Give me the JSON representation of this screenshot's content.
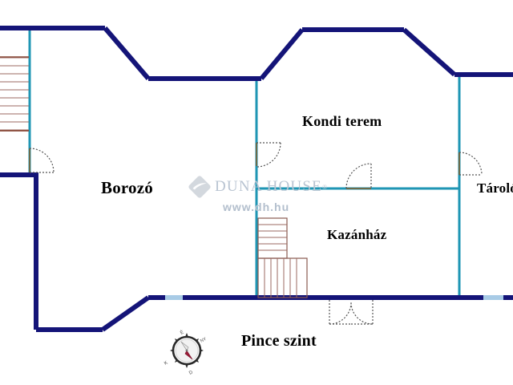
{
  "plan": {
    "title": "Pince szint",
    "colors": {
      "exterior_wall": "#141478",
      "interior_wall": "#1f96b4",
      "stair_line": "#8a5a50",
      "window": "#a8cbe6",
      "door_arc": "#555555",
      "label_text": "#000000",
      "watermark": "#b9c4d2",
      "background": "#ffffff"
    },
    "rooms": [
      {
        "id": "borozo",
        "label": "Borozó"
      },
      {
        "id": "kondi",
        "label": "Kondi terem"
      },
      {
        "id": "kazan",
        "label": "Kazánház"
      },
      {
        "id": "tarolo",
        "label": "Tároló"
      }
    ]
  },
  "watermark": {
    "brand": "DUNA HOUSE",
    "registered": "®",
    "url": "www.dh.hu"
  },
  "compass": {
    "north": "É",
    "east": "K",
    "south": "D",
    "west": "NY"
  }
}
